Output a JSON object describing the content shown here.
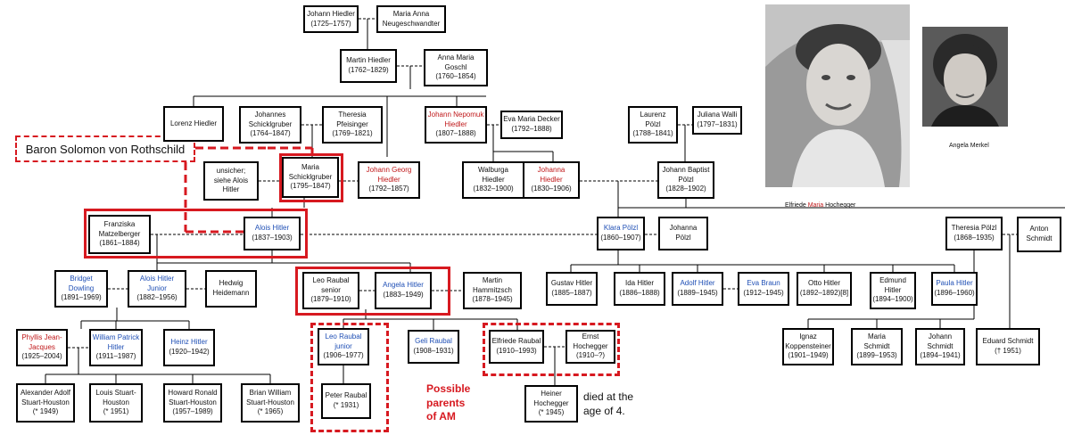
{
  "people": [
    {
      "id": "johann_hiedler",
      "name": "Johann Hiedler",
      "dates": "(1725–1757)",
      "color": "black"
    },
    {
      "id": "maria_anna",
      "name": "Maria Anna\nNeugeschwandter",
      "dates": "",
      "color": "black"
    },
    {
      "id": "martin_hiedler",
      "name": "Martin Hiedler",
      "dates": "(1762–1829)",
      "color": "black"
    },
    {
      "id": "anna_maria_goschl",
      "name": "Anna Maria\nGoschl",
      "dates": "(1760–1854)",
      "color": "black"
    },
    {
      "id": "lorenz_hiedler",
      "name": "Lorenz Hiedler",
      "dates": "",
      "color": "black"
    },
    {
      "id": "johannes_schicklgruber",
      "name": "Johannes\nSchicklgruber",
      "dates": "(1764–1847)",
      "color": "black"
    },
    {
      "id": "theresia_pfeisinger",
      "name": "Theresia\nPfeisinger",
      "dates": "(1769–1821)",
      "color": "black"
    },
    {
      "id": "johann_nepomuk",
      "name": "Johann Nepomuk\nHiedler",
      "dates": "(1807–1888)",
      "color": "red"
    },
    {
      "id": "eva_maria_decker",
      "name": "Eva Maria Decker",
      "dates": "(1792–1888)",
      "color": "black"
    },
    {
      "id": "laurenz_polzl",
      "name": "Laurenz\nPölzl",
      "dates": "(1788–1841)",
      "color": "black"
    },
    {
      "id": "juliana_walli",
      "name": "Juliana Walli",
      "dates": "(1797–1831)",
      "color": "black"
    },
    {
      "id": "unsicher",
      "name": "unsicher;\nsiehe Alois\nHitler",
      "dates": "",
      "color": "black"
    },
    {
      "id": "maria_schicklgruber",
      "name": "Maria\nSchicklgruber",
      "dates": "(1795–1847)",
      "color": "black"
    },
    {
      "id": "johann_georg",
      "name": "Johann Georg\nHiedler",
      "dates": "(1792–1857)",
      "color": "red"
    },
    {
      "id": "walburga",
      "name": "Walburga\nHiedler",
      "dates": "(1832–1900)",
      "color": "black"
    },
    {
      "id": "johanna_hiedler",
      "name": "Johanna Hiedler",
      "dates": "(1830–1906)",
      "color": "red"
    },
    {
      "id": "johann_baptist",
      "name": "Johann Baptist\nPölzl",
      "dates": "(1828–1902)",
      "color": "black"
    },
    {
      "id": "franziska",
      "name": "Franziska\nMatzelberger",
      "dates": "(1861–1884)",
      "color": "black"
    },
    {
      "id": "alois_hitler",
      "name": "Alois Hitler",
      "dates": "(1837–1903)",
      "color": "blue"
    },
    {
      "id": "klara_polzl",
      "name": "Klara Pölzl",
      "dates": "(1860–1907)",
      "color": "blue"
    },
    {
      "id": "johanna_polzl",
      "name": "Johanna Pölzl",
      "dates": "",
      "color": "black"
    },
    {
      "id": "theresia_polzl",
      "name": "Theresia Pölzl",
      "dates": "(1868–1935)",
      "color": "black"
    },
    {
      "id": "anton_schmidt",
      "name": "Anton\nSchmidt",
      "dates": "",
      "color": "black"
    },
    {
      "id": "bridget",
      "name": "Bridget\nDowling",
      "dates": "(1891–1969)",
      "color": "blue"
    },
    {
      "id": "alois_junior",
      "name": "Alois Hitler\nJunior",
      "dates": "(1882–1956)",
      "color": "blue"
    },
    {
      "id": "hedwig",
      "name": "Hedwig\nHeidemann",
      "dates": "",
      "color": "black"
    },
    {
      "id": "leo_senior",
      "name": "Leo Raubal\nsenior",
      "dates": "(1879–1910)",
      "color": "black"
    },
    {
      "id": "angela_hitler",
      "name": "Angela Hitler",
      "dates": "(1883–1949)",
      "color": "blue"
    },
    {
      "id": "martin_hammitzsch",
      "name": "Martin\nHammitzsch",
      "dates": "(1878–1945)",
      "color": "black"
    },
    {
      "id": "gustav",
      "name": "Gustav Hitler",
      "dates": "(1885–1887)",
      "color": "black"
    },
    {
      "id": "ida",
      "name": "Ida Hitler",
      "dates": "(1886–1888)",
      "color": "black"
    },
    {
      "id": "adolf",
      "name": "Adolf Hitler",
      "dates": "(1889–1945)",
      "color": "blue"
    },
    {
      "id": "eva_braun",
      "name": "Eva Braun",
      "dates": "(1912–1945)",
      "color": "blue"
    },
    {
      "id": "otto",
      "name": "Otto Hitler",
      "dates": "(1892–1892)[8]",
      "color": "black"
    },
    {
      "id": "edmund",
      "name": "Edmund\nHitler",
      "dates": "(1894–1900)",
      "color": "black"
    },
    {
      "id": "paula",
      "name": "Paula Hitler",
      "dates": "(1896–1960)",
      "color": "blue"
    },
    {
      "id": "phyllis",
      "name": "Phyllis Jean-\nJacques",
      "dates": "(1925–2004)",
      "color": "red"
    },
    {
      "id": "william_patrick",
      "name": "William Patrick\nHitler",
      "dates": "(1911–1987)",
      "color": "blue"
    },
    {
      "id": "heinz",
      "name": "Heinz Hitler",
      "dates": "(1920–1942)",
      "color": "blue"
    },
    {
      "id": "leo_junior",
      "name": "Leo Raubal\njunior",
      "dates": "(1906–1977)",
      "color": "blue"
    },
    {
      "id": "geli",
      "name": "Geli Raubal",
      "dates": "(1908–1931)",
      "color": "blue"
    },
    {
      "id": "elfriede",
      "name": "Elfriede Raubal",
      "dates": "(1910–1993)",
      "color": "black"
    },
    {
      "id": "ernst",
      "name": "Ernst\nHochegger",
      "dates": "(1910–?)",
      "color": "black"
    },
    {
      "id": "ignaz",
      "name": "Ignaz\nKoppensteiner",
      "dates": "(1901–1949)",
      "color": "black"
    },
    {
      "id": "maria_schmidt",
      "name": "Maria\nSchmidt",
      "dates": "(1899–1953)",
      "color": "black"
    },
    {
      "id": "johann_schmidt",
      "name": "Johann\nSchmidt",
      "dates": "(1894–1941)",
      "color": "black"
    },
    {
      "id": "eduard_schmidt",
      "name": "Eduard Schmidt",
      "dates": "(† 1951)",
      "color": "black"
    },
    {
      "id": "alexander",
      "name": "Alexander Adolf\nStuart-Houston",
      "dates": "(* 1949)",
      "color": "black"
    },
    {
      "id": "louis",
      "name": "Louis Stuart-\nHouston",
      "dates": "(* 1951)",
      "color": "black"
    },
    {
      "id": "howard",
      "name": "Howard Ronald\nStuart-Houston",
      "dates": "(1957–1989)",
      "color": "black"
    },
    {
      "id": "brian",
      "name": "Brian William\nStuart-Houston",
      "dates": "(* 1965)",
      "color": "black"
    },
    {
      "id": "peter_raubal",
      "name": "Peter Raubal",
      "dates": "(* 1931)",
      "color": "black"
    },
    {
      "id": "heiner",
      "name": "Heiner\nHochegger",
      "dates": "(* 1945)",
      "color": "black"
    }
  ],
  "annotations": {
    "rothschild": "Baron Solomon von Rothschild",
    "possible_parents": "Possible\nparents\nof AM",
    "died_note": "died at the\nage of 4.",
    "photo1_caption_a": "Elfriede ",
    "photo1_caption_b": "Maria",
    "photo1_caption_c": " Hochegger",
    "photo2_caption": "Angela Merkel"
  },
  "colors": {
    "highlight": "#d71920",
    "link_blue": "#1f4fb5",
    "link_red": "#c0181a"
  }
}
